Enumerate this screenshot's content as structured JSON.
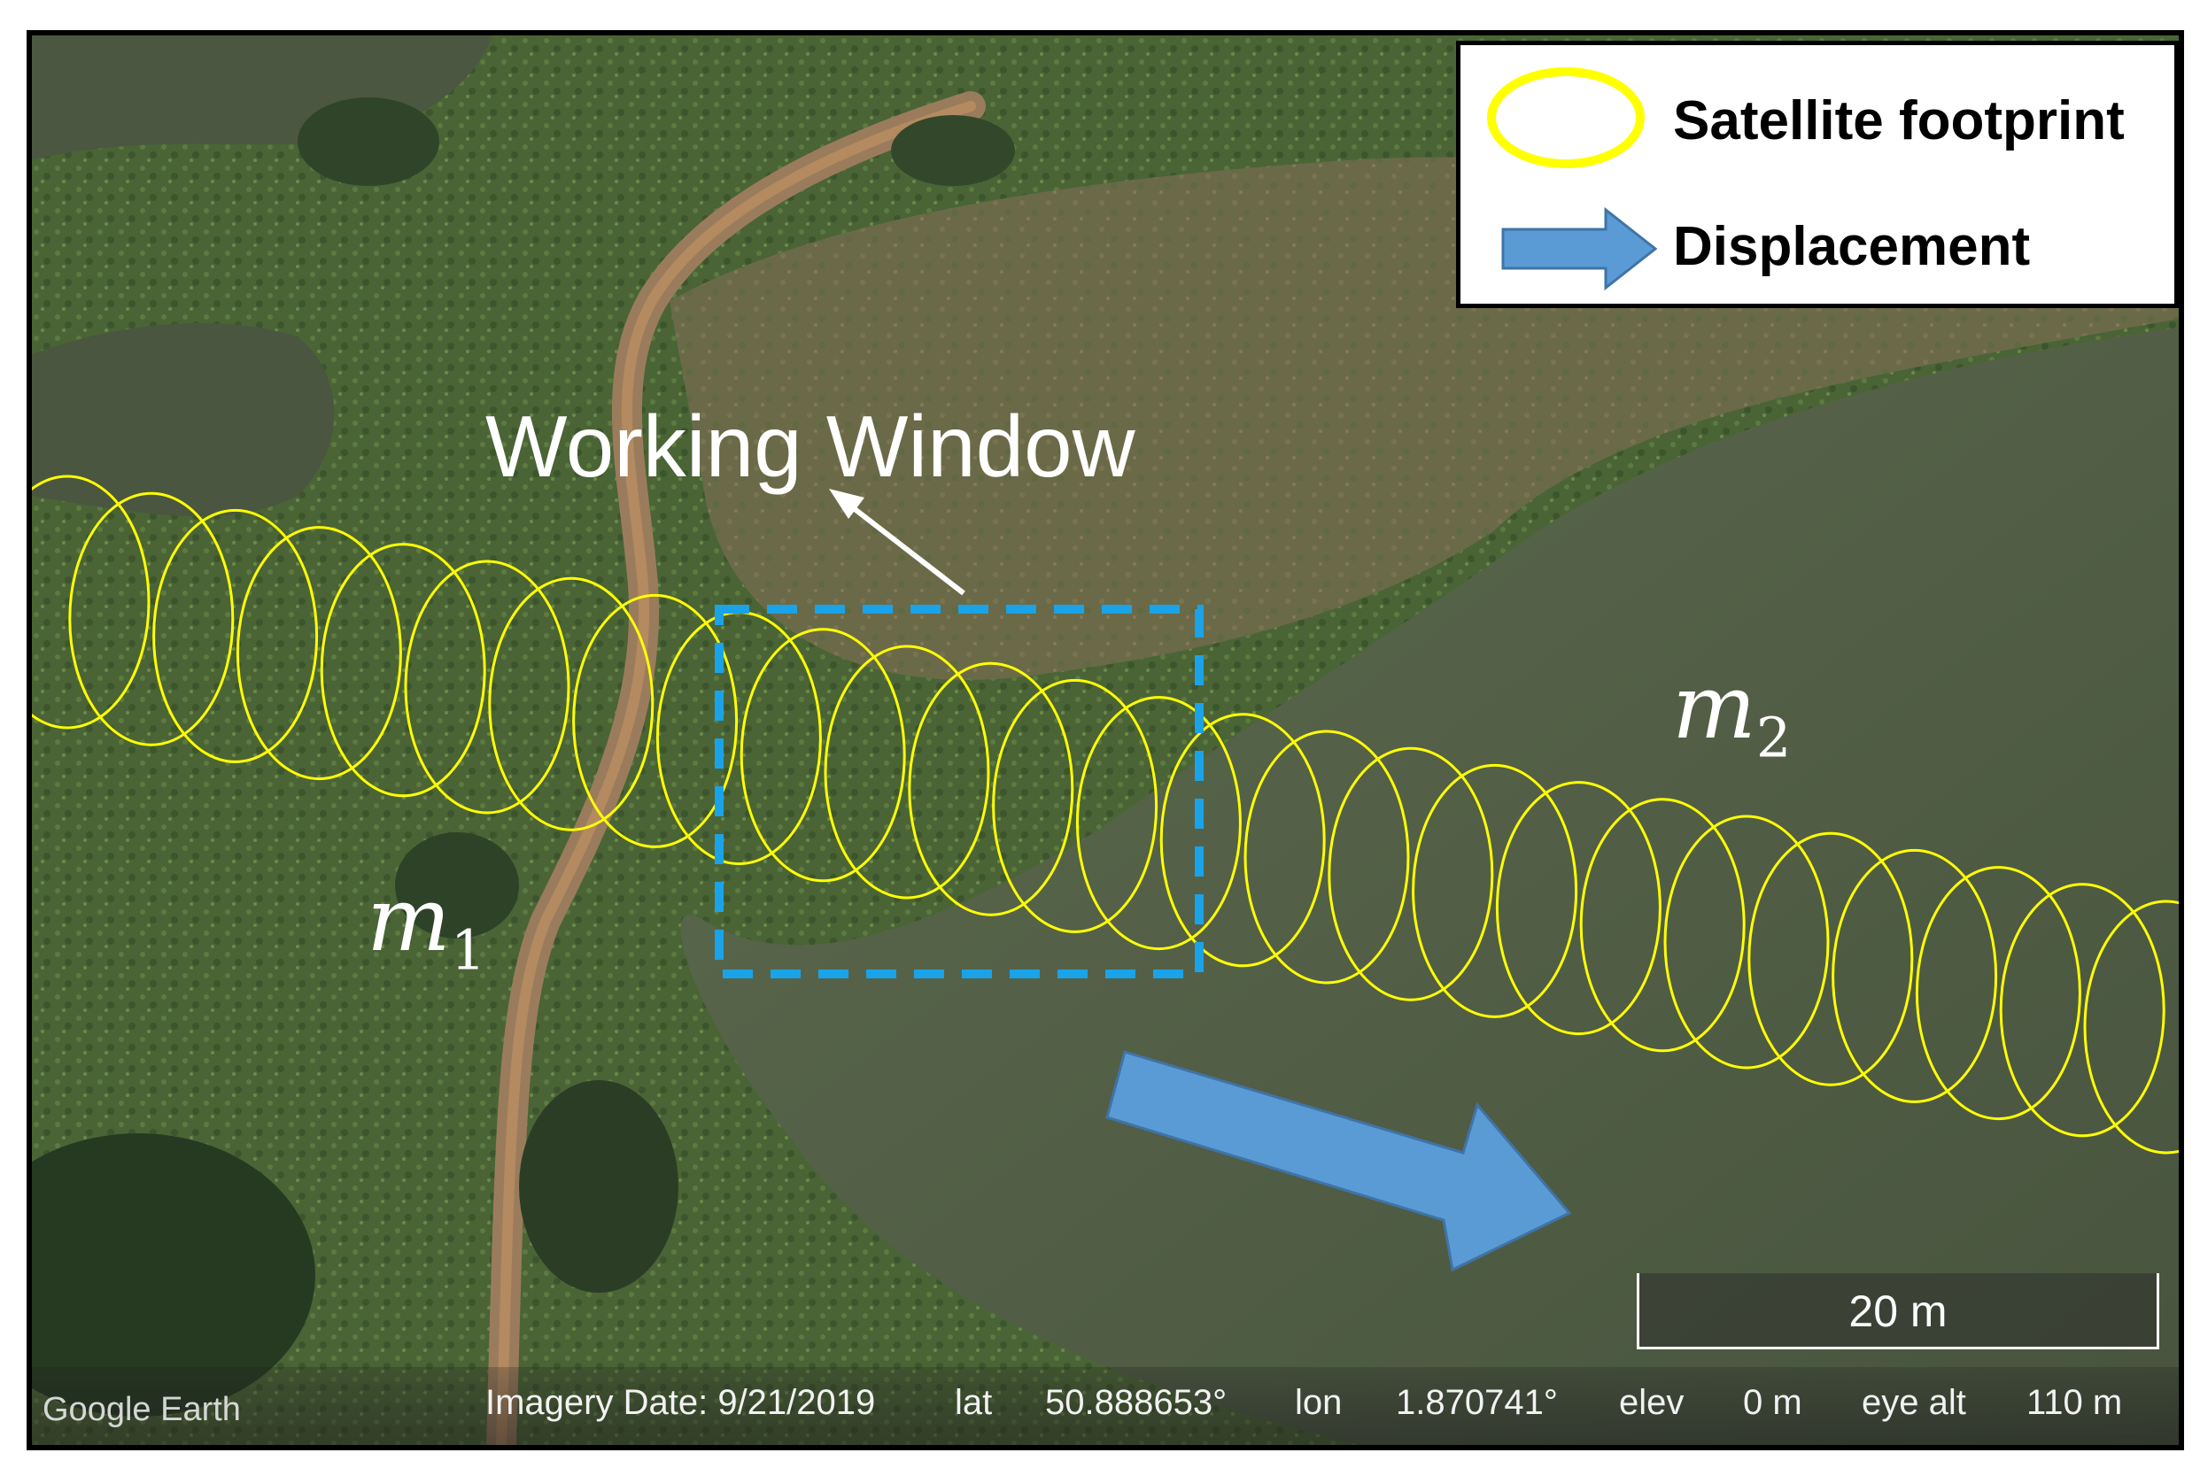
{
  "legend": {
    "footprint_label": "Satellite footprint",
    "displacement_label": "Displacement",
    "footprint_color": "#ffff00",
    "displacement_color": "#5b9bd5"
  },
  "annotations": {
    "working_window_label": "Working Window",
    "m1": {
      "base": "m",
      "sub": "1"
    },
    "m2": {
      "base": "m",
      "sub": "2"
    },
    "window_color": "#1aa3e8"
  },
  "scale": {
    "label": "20 m"
  },
  "status_bar": {
    "imagery_date": "Imagery Date: 9/21/2019",
    "lat_label": "lat",
    "lat_value": "50.888653°",
    "lon_label": "lon",
    "lon_value": "1.870741°",
    "elev_label": "elev",
    "elev_value": "0 m",
    "eye_alt_label": "eye alt",
    "eye_alt_value": "110 m"
  },
  "branding": {
    "logo_text": "Google Earth"
  },
  "footprint_track": {
    "count": 26
  }
}
